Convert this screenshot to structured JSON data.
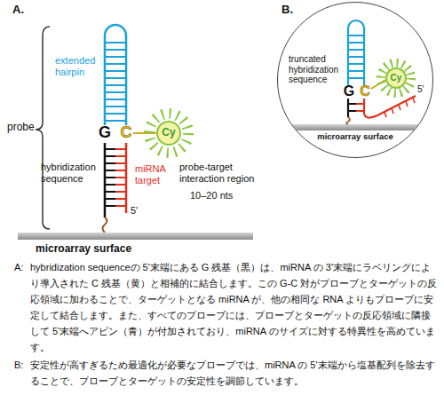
{
  "diagram": {
    "nodes": [
      {
        "text": [
          "Cy"
        ]
      },
      {
        "text": [
          "B.",
          "truncated hybridization sequence",
          "G",
          "C",
          "5′",
          "microarray surface"
        ]
      },
      {
        "text": [
          "Cy"
        ],
        "in": 1
      }
    ],
    "labels": [
      "A.",
      "probe",
      "extended hairpin",
      "G",
      "C",
      "hybridization sequence",
      "miRNA target",
      "probe-target interaction region",
      "10–20 nts",
      "5′",
      "microarray surface",
      "A:",
      "hybridization sequenceの 5'末端にある G 残基（黒）は、miRNA の 3'末端にラベリングにより導入された C 残基（黄）と相補的に結合します。この G-C 対がプローブとターゲットの反応領域に加わることで、ターゲットとなる miRNA が、他の相同な RNA よりもプローブに安定して結合します。また、すべてのプローブには、プローブとターゲットの反応領域に隣接して 5'末端へアピン（青）が付加されており、miRNA のサイズに対する特異性を高めています。",
      "B:",
      "安定性が高すぎるため最適化が必要なプローブでは、miRNA の 5'末端から塩基配列を除去することで、プローブとターゲットの安定性を調節しています。"
    ]
  }
}
